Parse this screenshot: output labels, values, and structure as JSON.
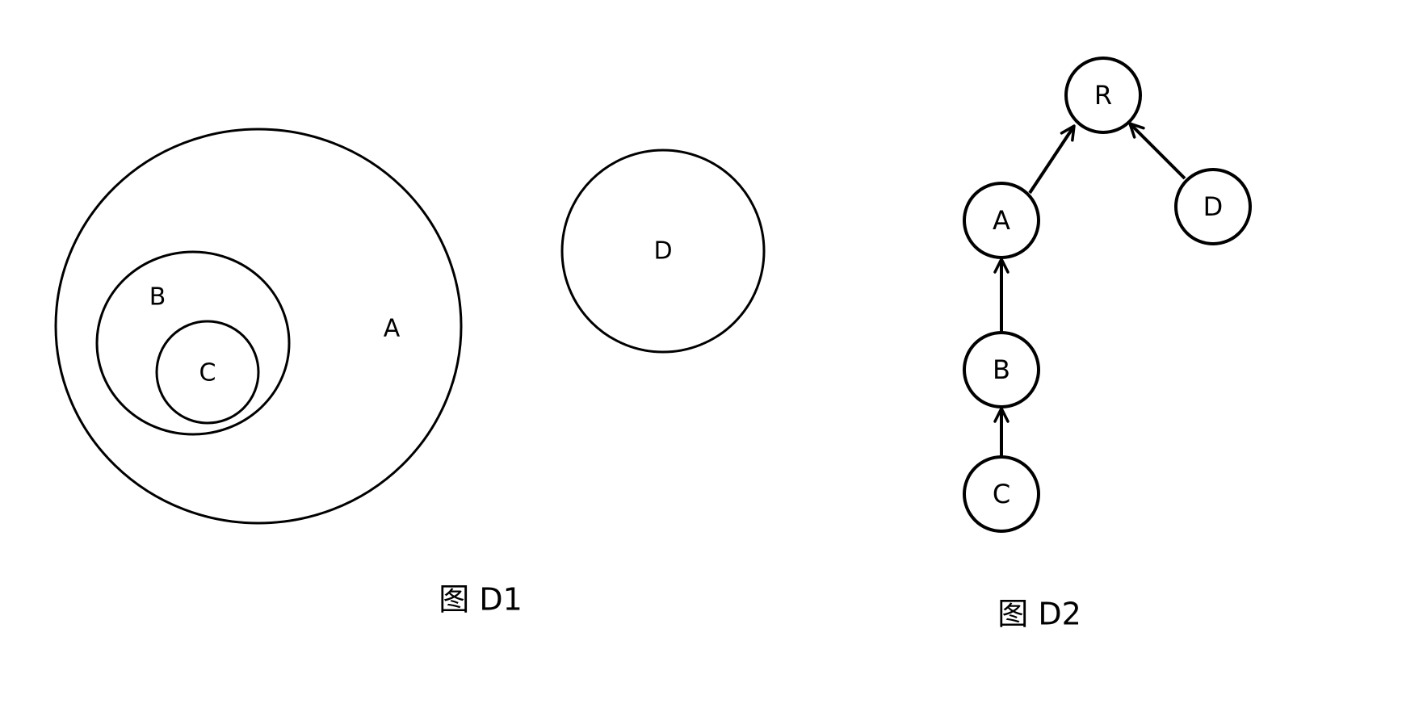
{
  "figure_d1": {
    "caption": "图 D1",
    "sets": [
      {
        "id": "A",
        "label": "A"
      },
      {
        "id": "B",
        "label": "B"
      },
      {
        "id": "C",
        "label": "C"
      },
      {
        "id": "D",
        "label": "D"
      }
    ]
  },
  "figure_d2": {
    "caption": "图 D2",
    "nodes": [
      {
        "id": "R",
        "label": "R"
      },
      {
        "id": "A",
        "label": "A"
      },
      {
        "id": "D",
        "label": "D"
      },
      {
        "id": "B",
        "label": "B"
      },
      {
        "id": "C",
        "label": "C"
      }
    ],
    "edges": [
      {
        "from": "A",
        "to": "R"
      },
      {
        "from": "D",
        "to": "R"
      },
      {
        "from": "B",
        "to": "A"
      },
      {
        "from": "C",
        "to": "B"
      }
    ]
  },
  "colors": {
    "stroke": "#000000",
    "background": "#ffffff"
  }
}
